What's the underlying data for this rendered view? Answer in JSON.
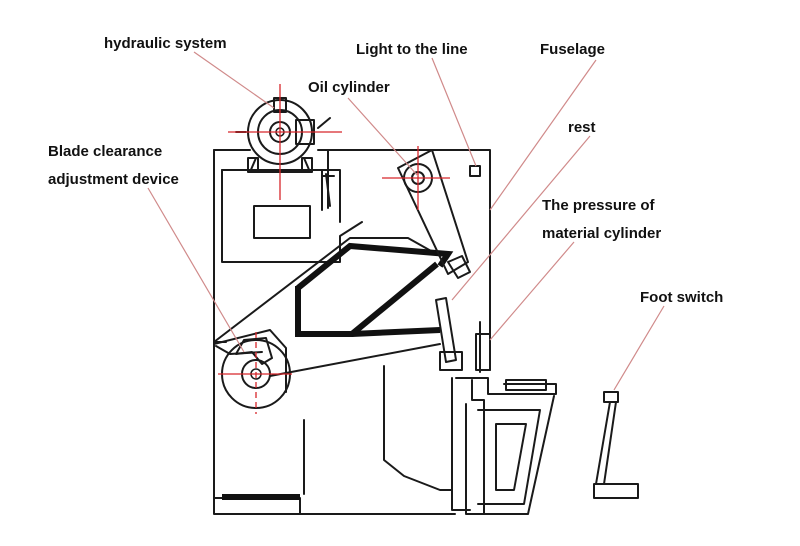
{
  "labels": {
    "hydraulic_system": "hydraulic system",
    "light_to_the_line": "Light to the line",
    "fuselage": "Fuselage",
    "oil_cylinder": "Oil cylinder",
    "rest": "rest",
    "blade_clearance_line1": "Blade clearance",
    "blade_clearance_line2": "adjustment device",
    "pressure_line1": "The pressure of",
    "pressure_line2": "material cylinder",
    "foot_switch": "Foot switch"
  },
  "colors": {
    "machine_line": "#1a1a1a",
    "leader_line": "#d08a8a",
    "center_line": "#d7262b",
    "background": "#ffffff"
  }
}
